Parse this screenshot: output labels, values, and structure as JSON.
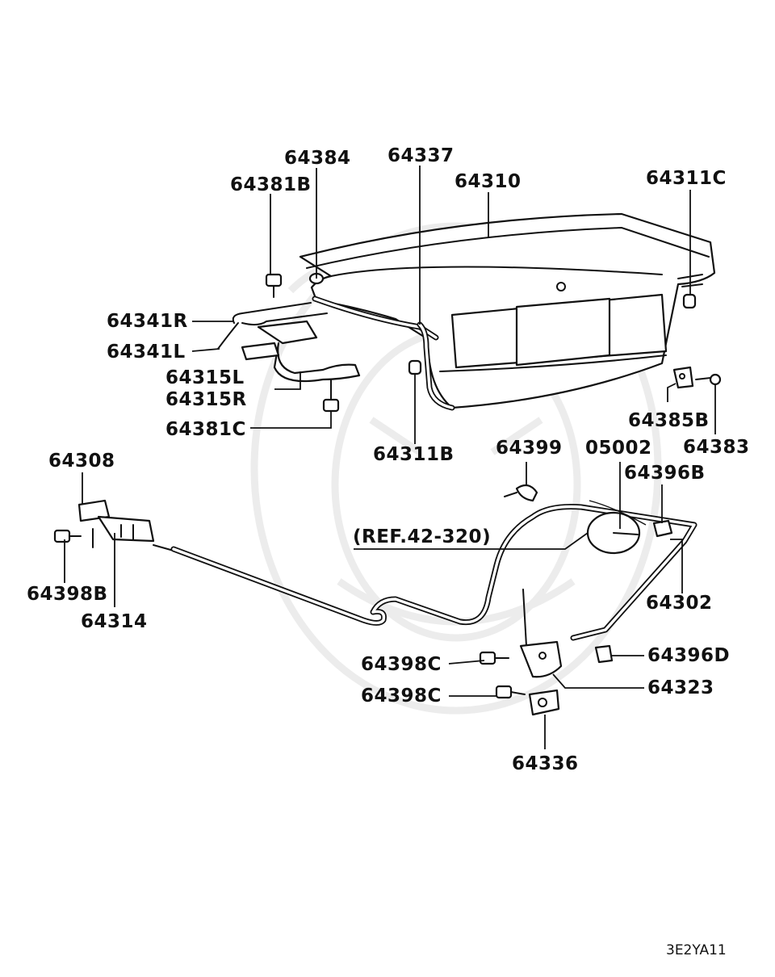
{
  "labels": {
    "p64384": "64384",
    "p64337": "64337",
    "p64310": "64310",
    "p64311C": "64311C",
    "p64381B": "64381B",
    "p64341R": "64341R",
    "p64341L": "64341L",
    "p64315L": "64315L",
    "p64315R": "64315R",
    "p64381C": "64381C",
    "p64311B": "64311B",
    "p64385B": "64385B",
    "p64383": "64383",
    "p64308": "64308",
    "p64399": "64399",
    "p05002": "05002",
    "p64396B": "64396B",
    "ref": "(REF.42-320)",
    "p64398B": "64398B",
    "p64314": "64314",
    "p64302": "64302",
    "p64398C_a": "64398C",
    "p64396D": "64396D",
    "p64323": "64323",
    "p64398C_b": "64398C",
    "p64336": "64336"
  },
  "diagram_code": "3E2YA11"
}
